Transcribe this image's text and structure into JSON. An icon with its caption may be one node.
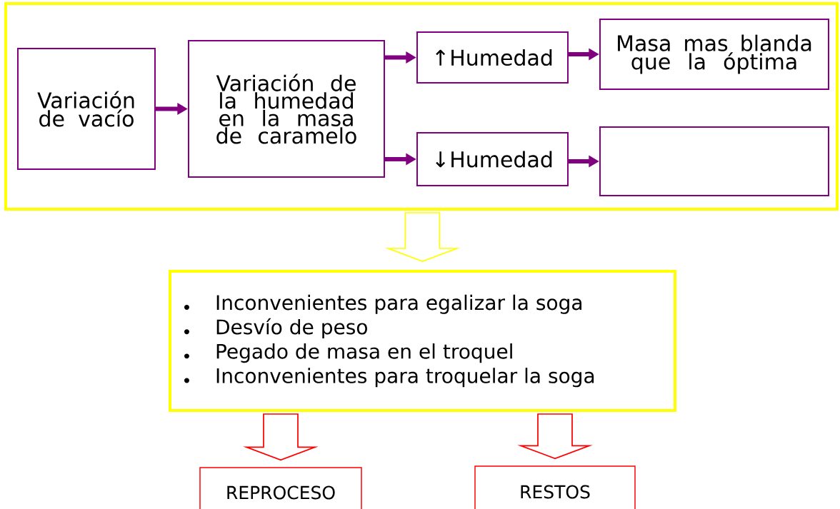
{
  "diagram": {
    "nodes": [
      {
        "text": [],
        "shape": "box"
      },
      {
        "text": [
          "Variación de vacío"
        ],
        "in": 0
      },
      {
        "text": [
          "Variación de la humedad en la masa de caramelo"
        ],
        "in": 0
      },
      {
        "text": [
          "↑Humedad"
        ],
        "in": 0
      },
      {
        "text": [
          "Masa mas blanda que la óptima"
        ],
        "in": 0
      },
      {
        "text": [
          "↓Humedad"
        ],
        "in": 0
      },
      {
        "text": [],
        "shape": "box",
        "in": 0
      },
      {
        "text": [
          "Inconvenientes para egalizar la soga",
          "Desvío de peso",
          "Pegado de masa en el troquel",
          "Inconvenientes para troquelar la soga"
        ]
      },
      {
        "text": [
          "REPROCESO"
        ]
      },
      {
        "text": [
          "RESTOS"
        ]
      }
    ],
    "edges": [
      {
        "from": 1,
        "to": 2,
        "arrow": "to"
      },
      {
        "from": 2,
        "to": 3,
        "arrow": "to"
      },
      {
        "from": 2,
        "to": 5,
        "arrow": "to"
      },
      {
        "from": 3,
        "to": 4,
        "arrow": "to"
      },
      {
        "from": 5,
        "to": 6,
        "arrow": "to"
      },
      {
        "from": 0,
        "to": 7,
        "arrow": "to",
        "color": "#ffff00"
      },
      {
        "from": 7,
        "to": 8,
        "arrow": "to",
        "color": "#ff0000"
      },
      {
        "from": 7,
        "to": 9,
        "arrow": "to",
        "color": "#ff0000"
      }
    ]
  }
}
